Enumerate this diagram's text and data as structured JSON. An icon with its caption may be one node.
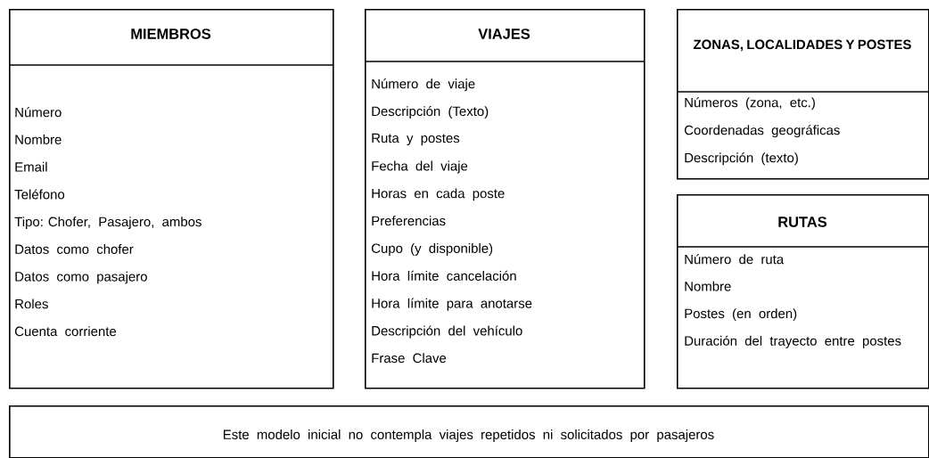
{
  "diagram": {
    "nodes": [
      {
        "text": [
          "MIEMBROS",
          "Número",
          "Nombre",
          "Email",
          "Teléfono",
          "Tipo: Chofer, Pasajero, ambos",
          "Datos como chofer",
          "Datos como pasajero",
          "Roles",
          "Cuenta corriente"
        ]
      },
      {
        "text": [
          "VIAJES",
          "Número de viaje",
          "Descripción (Texto)",
          "Ruta y postes",
          "Fecha del viaje",
          "Horas en cada poste",
          "Preferencias",
          "Cupo (y disponible)",
          "Hora límite cancelación",
          "Hora límite para anotarse",
          "Descripción del vehículo",
          "Frase Clave"
        ]
      },
      {
        "text": [
          "ZONAS, LOCALIDADES Y POSTES",
          "Números (zona, etc.)",
          "Coordenadas geográficas",
          "Descripción (texto)"
        ]
      },
      {
        "text": [
          "RUTAS",
          "Número de ruta",
          "Nombre",
          "Postes (en orden)",
          "Duración del trayecto entre postes"
        ]
      },
      {
        "text": [
          "Este modelo inicial no contempla viajes repetidos ni solicitados por pasajeros"
        ]
      }
    ]
  }
}
